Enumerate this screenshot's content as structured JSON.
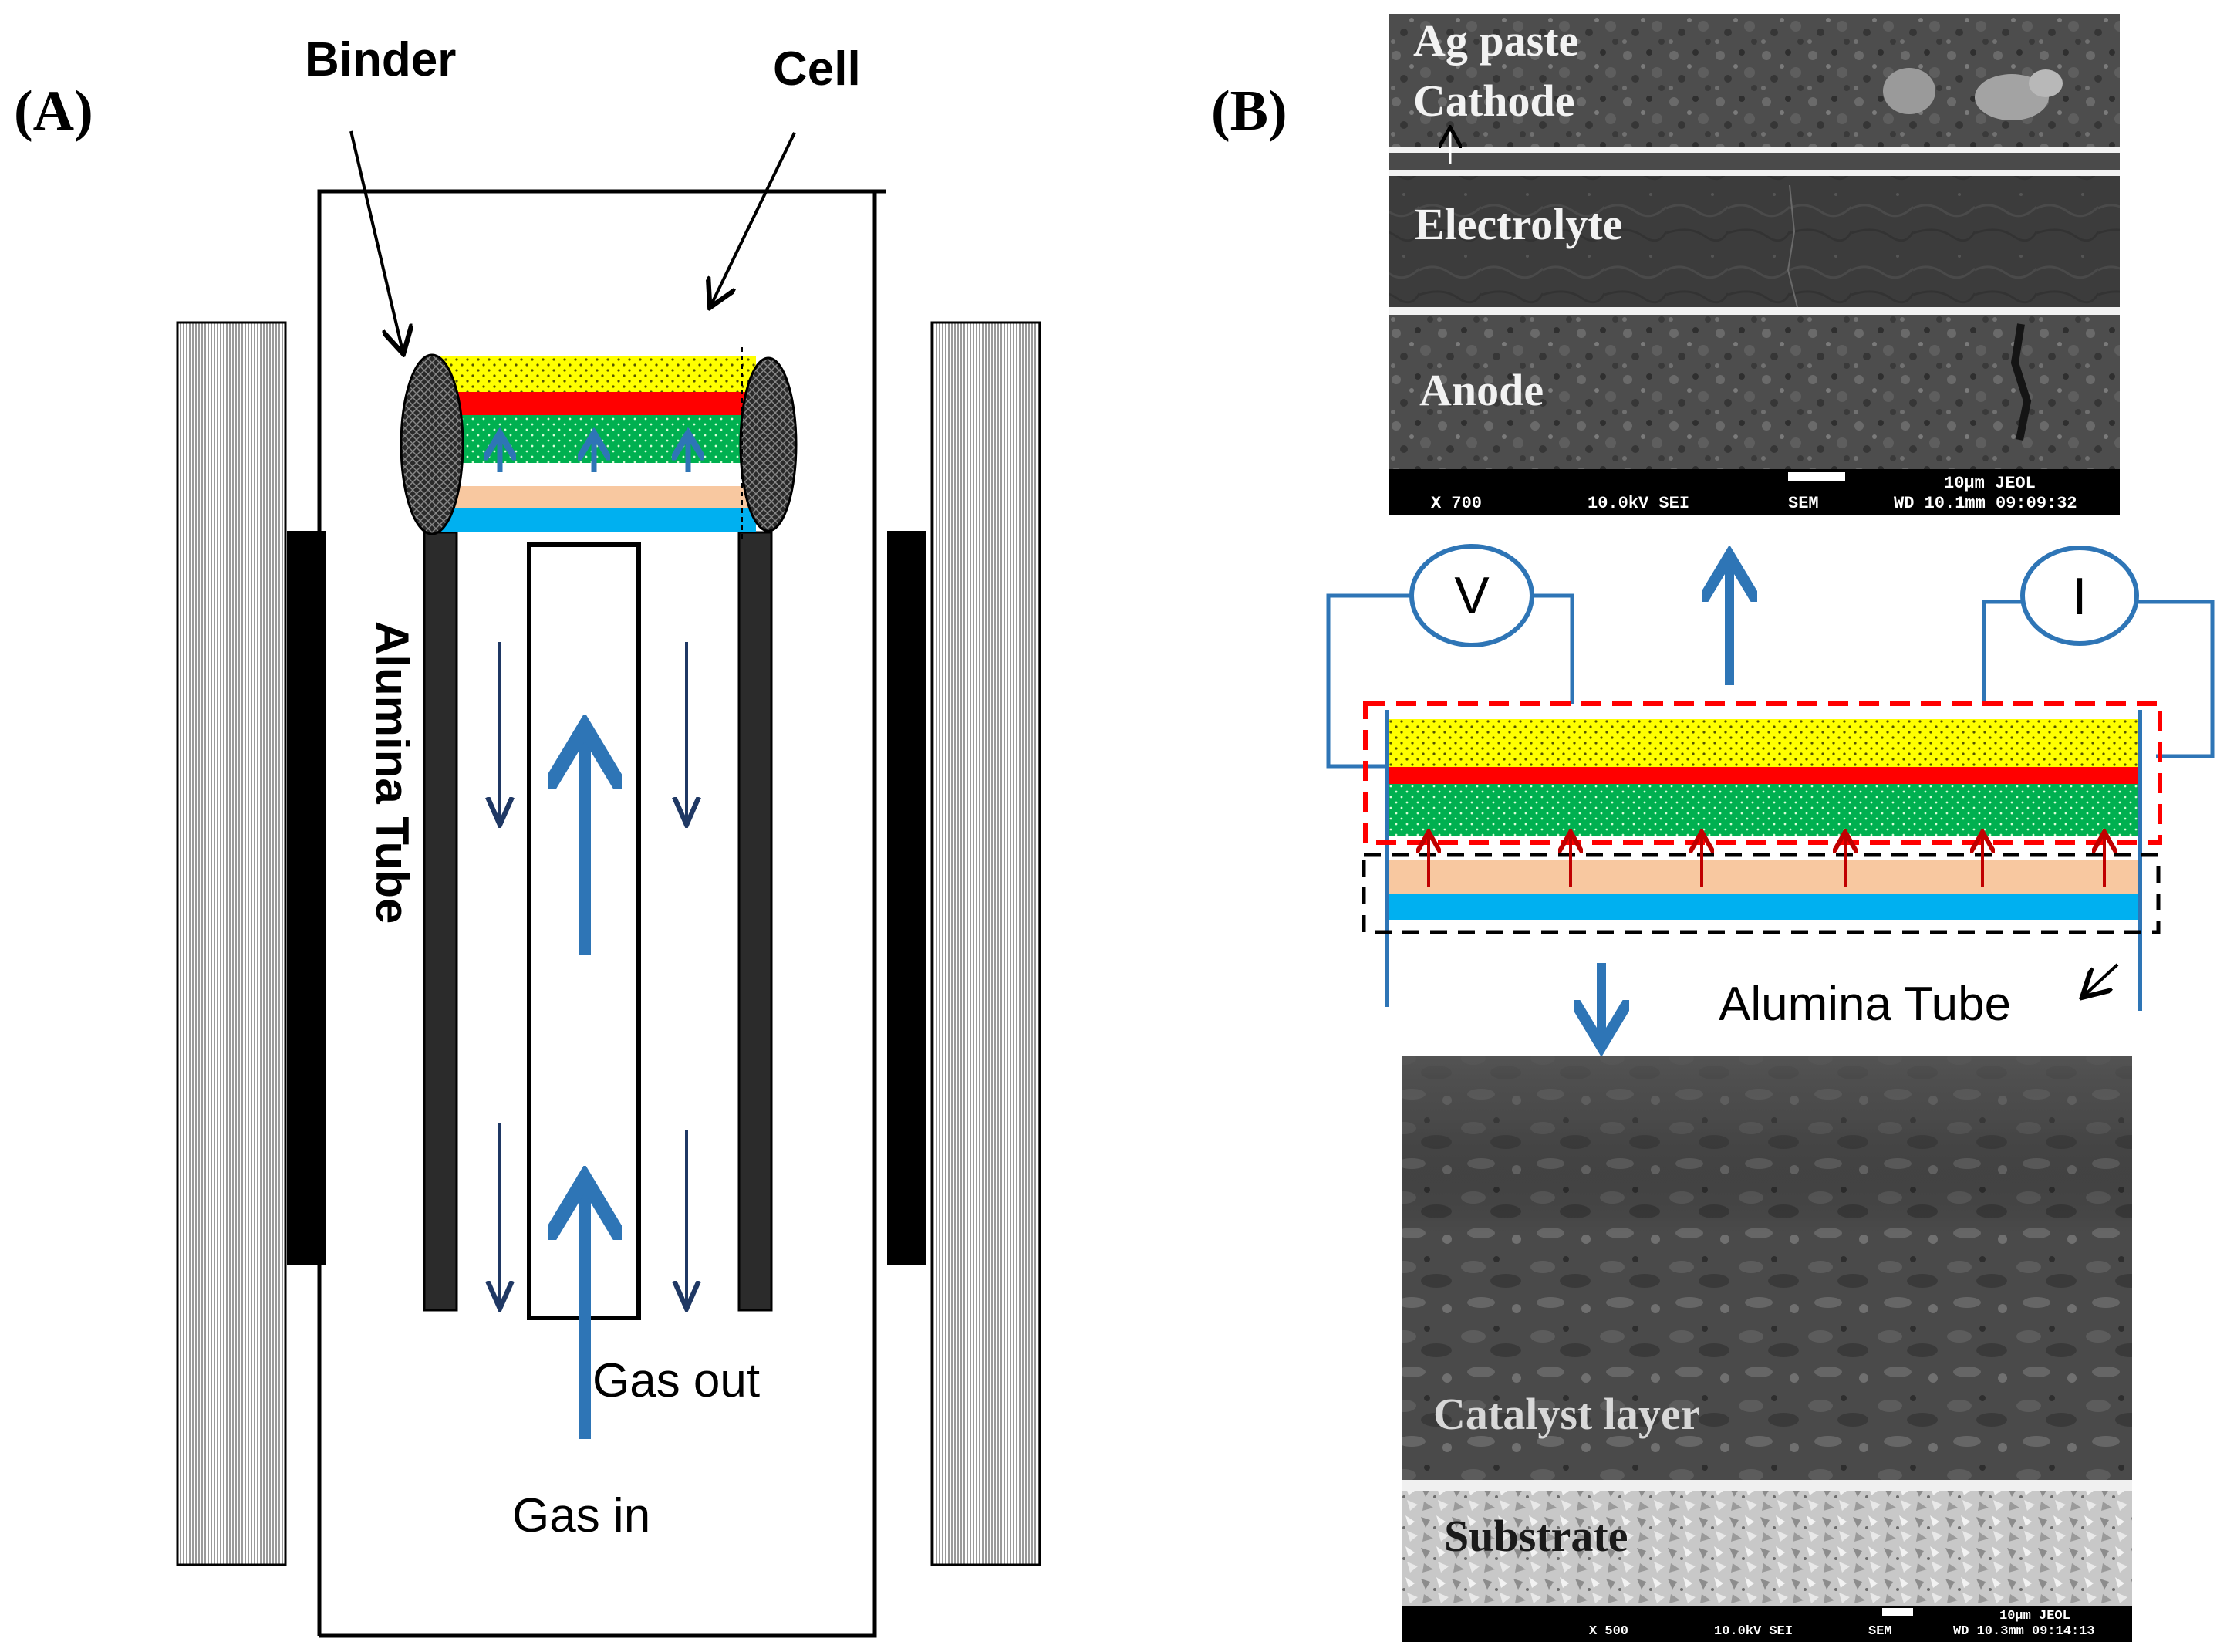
{
  "panel_a": {
    "label": "(A)",
    "binder_label": "Binder",
    "cell_label": "Cell",
    "tube_label": "Alumina Tube",
    "gas_out_label": "Gas out",
    "gas_in_label": "Gas in"
  },
  "panel_b": {
    "label": "(B)",
    "top_sem": {
      "ag_paste_label": "Ag paste",
      "cathode_label": "Cathode",
      "electrolyte_label": "Electrolyte",
      "anode_label": "Anode",
      "info_magnification": "X 700",
      "info_voltage": "10.0kV SEI",
      "info_mode": "SEM",
      "info_scale": "10µm  JEOL",
      "info_wd_time": "WD 10.1mm 09:09:32"
    },
    "voltmeter_label": "V",
    "ammeter_label": "I",
    "tube_label": "Alumina Tube",
    "bottom_sem": {
      "catalyst_label": "Catalyst layer",
      "substrate_label": "Substrate",
      "info_magnification": "X 500",
      "info_voltage": "10.0kV SEI",
      "info_mode": "SEM",
      "info_scale": "10µm  JEOL",
      "info_wd_time": "WD 10.3mm 09:14:13"
    }
  },
  "colors": {
    "cathode_yellow": "#ffff00",
    "electrolyte_red": "#ff0000",
    "anode_green": "#00b050",
    "catalyst_peach": "#f8c8a0",
    "substrate_blue": "#00b0f0",
    "gas_flow_blue": "#2e75b6",
    "outflow_navy": "#1f3864",
    "ion_red": "#c00000"
  }
}
